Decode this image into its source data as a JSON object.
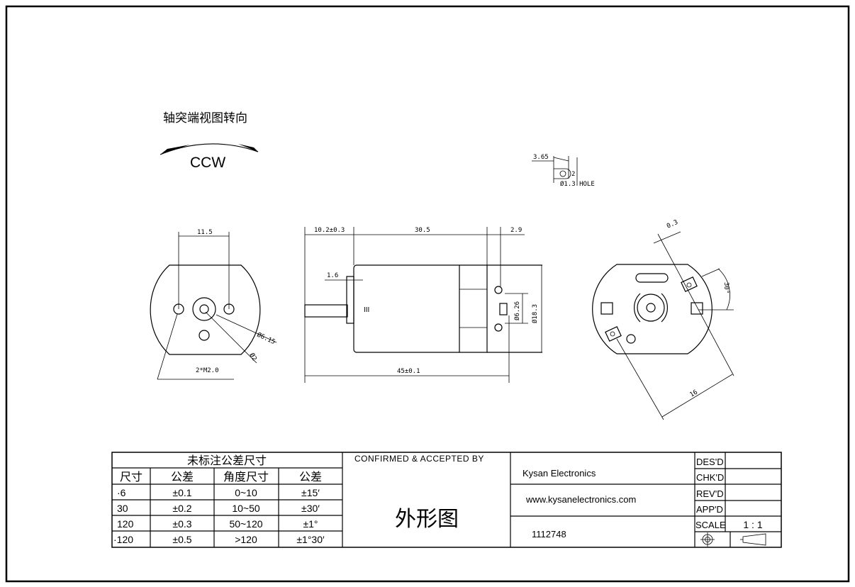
{
  "rotation": {
    "title": "轴突端视图转向",
    "direction": "CCW"
  },
  "terminal_detail": {
    "width": "3.65",
    "height": "2",
    "hole": "Ø1.3 HOLE"
  },
  "front_view": {
    "spacing": "11.5",
    "boss_dia": "Ø6.15",
    "shaft_dia": "Ø2",
    "screw": "2*M2.0"
  },
  "side_view": {
    "shaft_len": "10.2±0.3",
    "body_len": "30.5",
    "terminal_len": "2.9",
    "flange": "1.6",
    "diameter": "Ø18.3",
    "terminal_spacing": "Ø6.26",
    "total_len": "45±0.1",
    "marking": "III"
  },
  "rear_view": {
    "offset": "0.3",
    "angle": "30°",
    "span": "16"
  },
  "tolerance_table": {
    "title": "未标注公差尺寸",
    "headers": [
      "尺寸",
      "公差",
      "角度尺寸",
      "公差"
    ],
    "rows": [
      [
        "·6",
        "±0.1",
        "0~10",
        "±15′"
      ],
      [
        "30",
        "±0.2",
        "10~50",
        "±30′"
      ],
      [
        "120",
        "±0.3",
        "50~120",
        "±1°"
      ],
      [
        "·120",
        "±0.5",
        ">120",
        "±1°30′"
      ]
    ]
  },
  "confirm": {
    "label": "CONFIRMED & ACCEPTED BY",
    "drawing_name": "外形图"
  },
  "company": {
    "name": "Kysan Electronics",
    "website": "www.kysanelectronics.com",
    "part_no": "1112748"
  },
  "signoff": {
    "labels": [
      "DES'D",
      "CHK'D",
      "REV'D",
      "APP'D",
      "SCALE"
    ],
    "scale": "1 : 1"
  }
}
